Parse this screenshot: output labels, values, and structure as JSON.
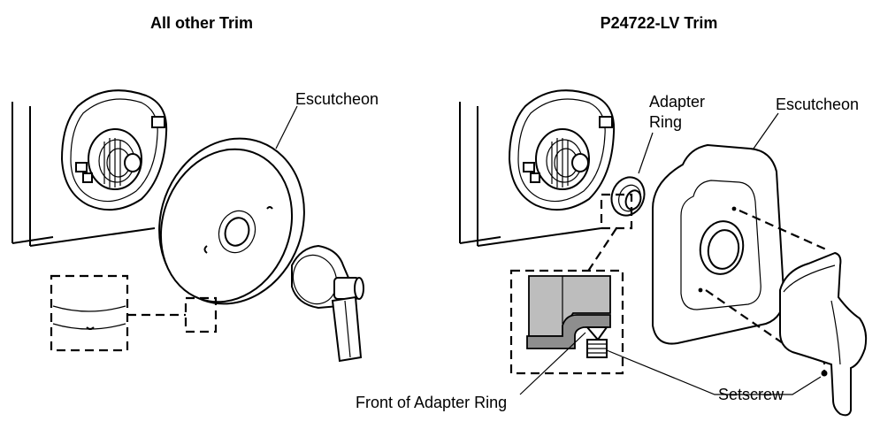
{
  "titles": {
    "left": "All other Trim",
    "right": "P24722-LV Trim"
  },
  "labels": {
    "escutcheon_left": "Escutcheon",
    "escutcheon_right": "Escutcheon",
    "adapter_ring_line1": "Adapter",
    "adapter_ring_line2": "Ring",
    "front_of_adapter_ring": "Front of Adapter Ring",
    "setscrew": "Setscrew"
  }
}
